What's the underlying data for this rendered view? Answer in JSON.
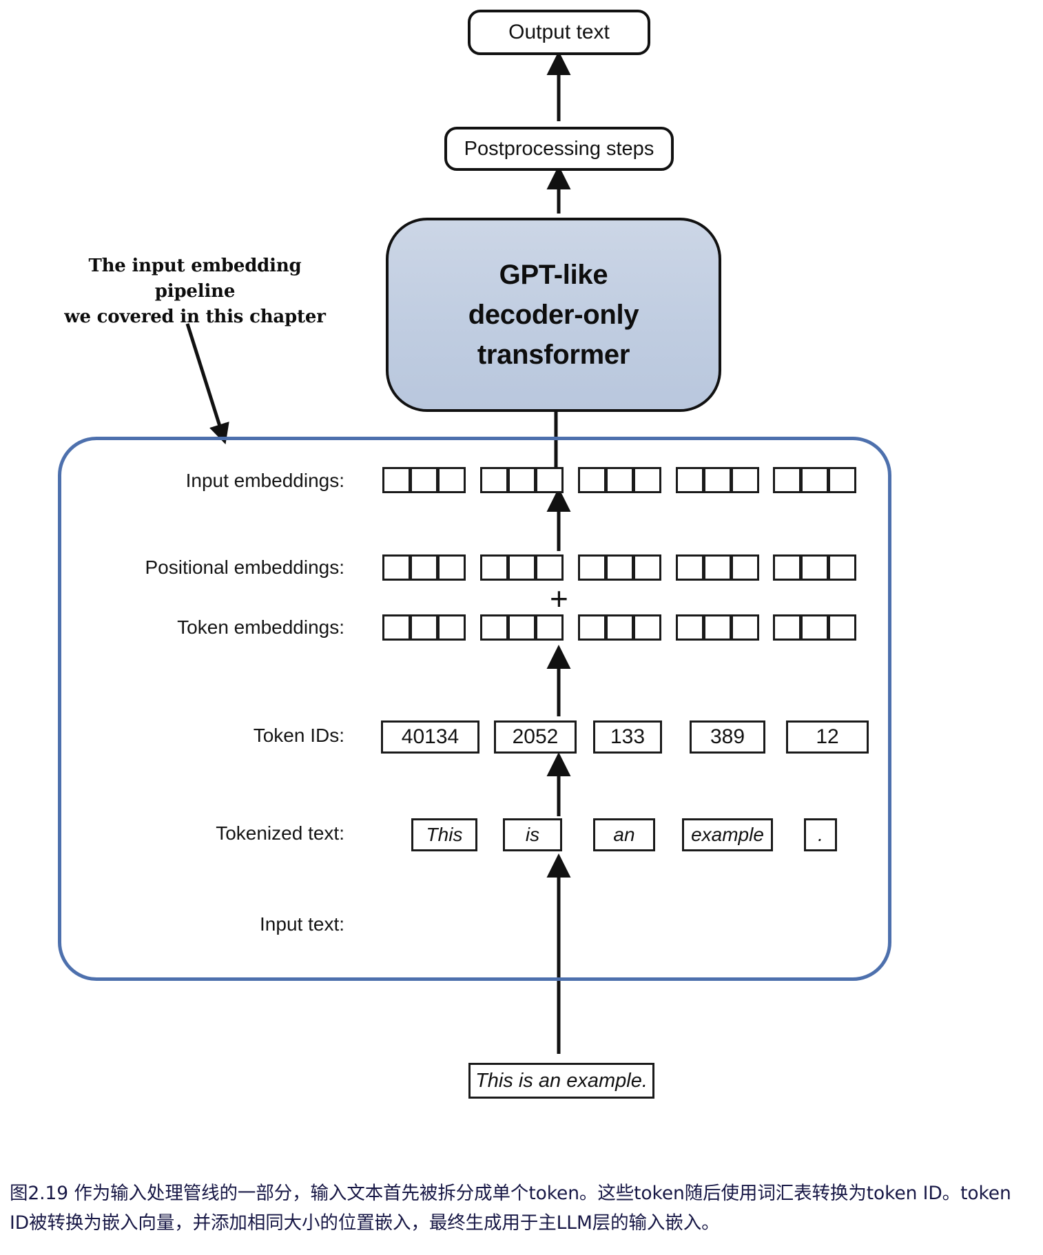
{
  "figure": {
    "id": "2.19",
    "top_chain": {
      "output_text": "Output text",
      "postprocessing": "Postprocessing steps",
      "transformer_line1": "GPT-like",
      "transformer_line2": "decoder-only",
      "transformer_line3": "transformer"
    },
    "annotation": {
      "line1": "The input embedding pipeline",
      "line2": "we covered in this chapter"
    },
    "pipeline_rows": [
      {
        "key": "input_embeddings",
        "label": "Input embeddings:",
        "kind": "cells",
        "groups": 5,
        "cells_per_group": 3
      },
      {
        "key": "positional_embeddings",
        "label": "Positional embeddings:",
        "kind": "cells",
        "groups": 5,
        "cells_per_group": 3
      },
      {
        "key": "token_embeddings",
        "label": "Token embeddings:",
        "kind": "cells",
        "groups": 5,
        "cells_per_group": 3
      },
      {
        "key": "token_ids",
        "label": "Token IDs:",
        "kind": "values",
        "values": [
          "40134",
          "2052",
          "133",
          "389",
          "12"
        ]
      },
      {
        "key": "tokenized_text",
        "label": "Tokenized text:",
        "kind": "values",
        "values": [
          "This",
          "is",
          "an",
          "example",
          "."
        ]
      },
      {
        "key": "input_text",
        "label": "Input text:",
        "kind": "single",
        "value": "This is an example."
      }
    ],
    "operator_plus": "+",
    "caption": "图2.19 作为输入处理管线的一部分，输入文本首先被拆分成单个token。这些token随后使用词汇表转换为token ID。token ID被转换为嵌入向量，并添加相同大小的位置嵌入，最终生成用于主LLM层的输入嵌入。",
    "colors": {
      "transformer_fill": "#c3cfe0",
      "pipeline_border": "#4d70ad",
      "stroke": "#111111",
      "caption_color": "#171745",
      "background": "#ffffff"
    }
  }
}
